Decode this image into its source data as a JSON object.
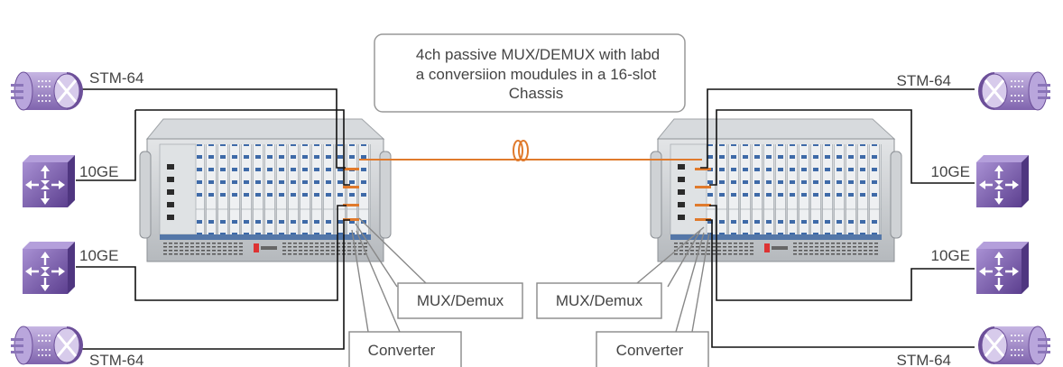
{
  "title_lines": [
    "4ch passive MUX/DEMUX with labd",
    "a conversiion moudules in a 16-slot",
    "Chassis"
  ],
  "left_devices": {
    "top_router_label": "STM-64",
    "top_switch_label": "10GE",
    "bottom_switch_label": "10GE",
    "bottom_router_label": "STM-64"
  },
  "right_devices": {
    "top_router_label": "STM-64",
    "top_switch_label": "10GE",
    "bottom_switch_label": "10GE",
    "bottom_router_label": "STM-64"
  },
  "callouts": {
    "left_mux": "MUX/Demux",
    "left_converter": "Converter",
    "right_mux": "MUX/Demux",
    "right_converter": "Converter"
  },
  "colors": {
    "fiber": "#e07a2c",
    "device": "#9b7fc0",
    "device_dark": "#6c4f99",
    "chassis": "#c8cccf",
    "line": "#111111",
    "callout_border": "#888888"
  },
  "icons": [
    "router-icon",
    "switch-icon",
    "fiber-coil-icon",
    "chassis-icon"
  ]
}
